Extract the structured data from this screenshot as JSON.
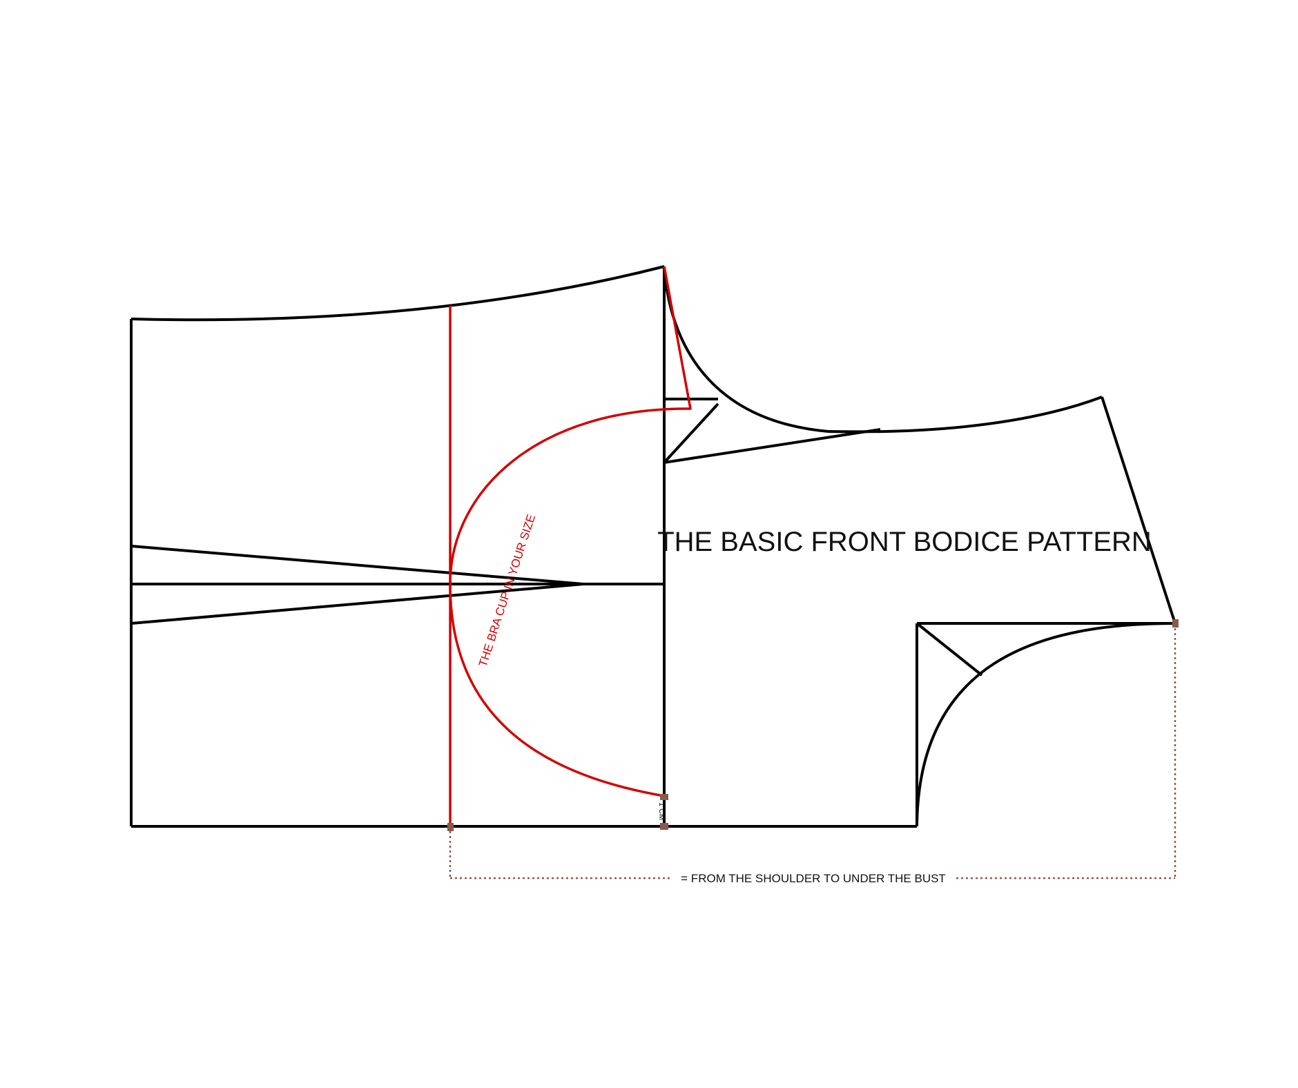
{
  "diagram": {
    "title": "THE BASIC FRONT BODICE PATTERN",
    "cup_label": "THE BRA CUP IN YOUR SIZE",
    "measure_label": "= FROM THE SHOULDER TO UNDER THE BUST",
    "cm_label": "1 CM"
  },
  "colors": {
    "pattern_line": "#000000",
    "cup_line": "#d40000",
    "measure_line": "#8a5a4e",
    "marker": "#8a5a4e"
  }
}
